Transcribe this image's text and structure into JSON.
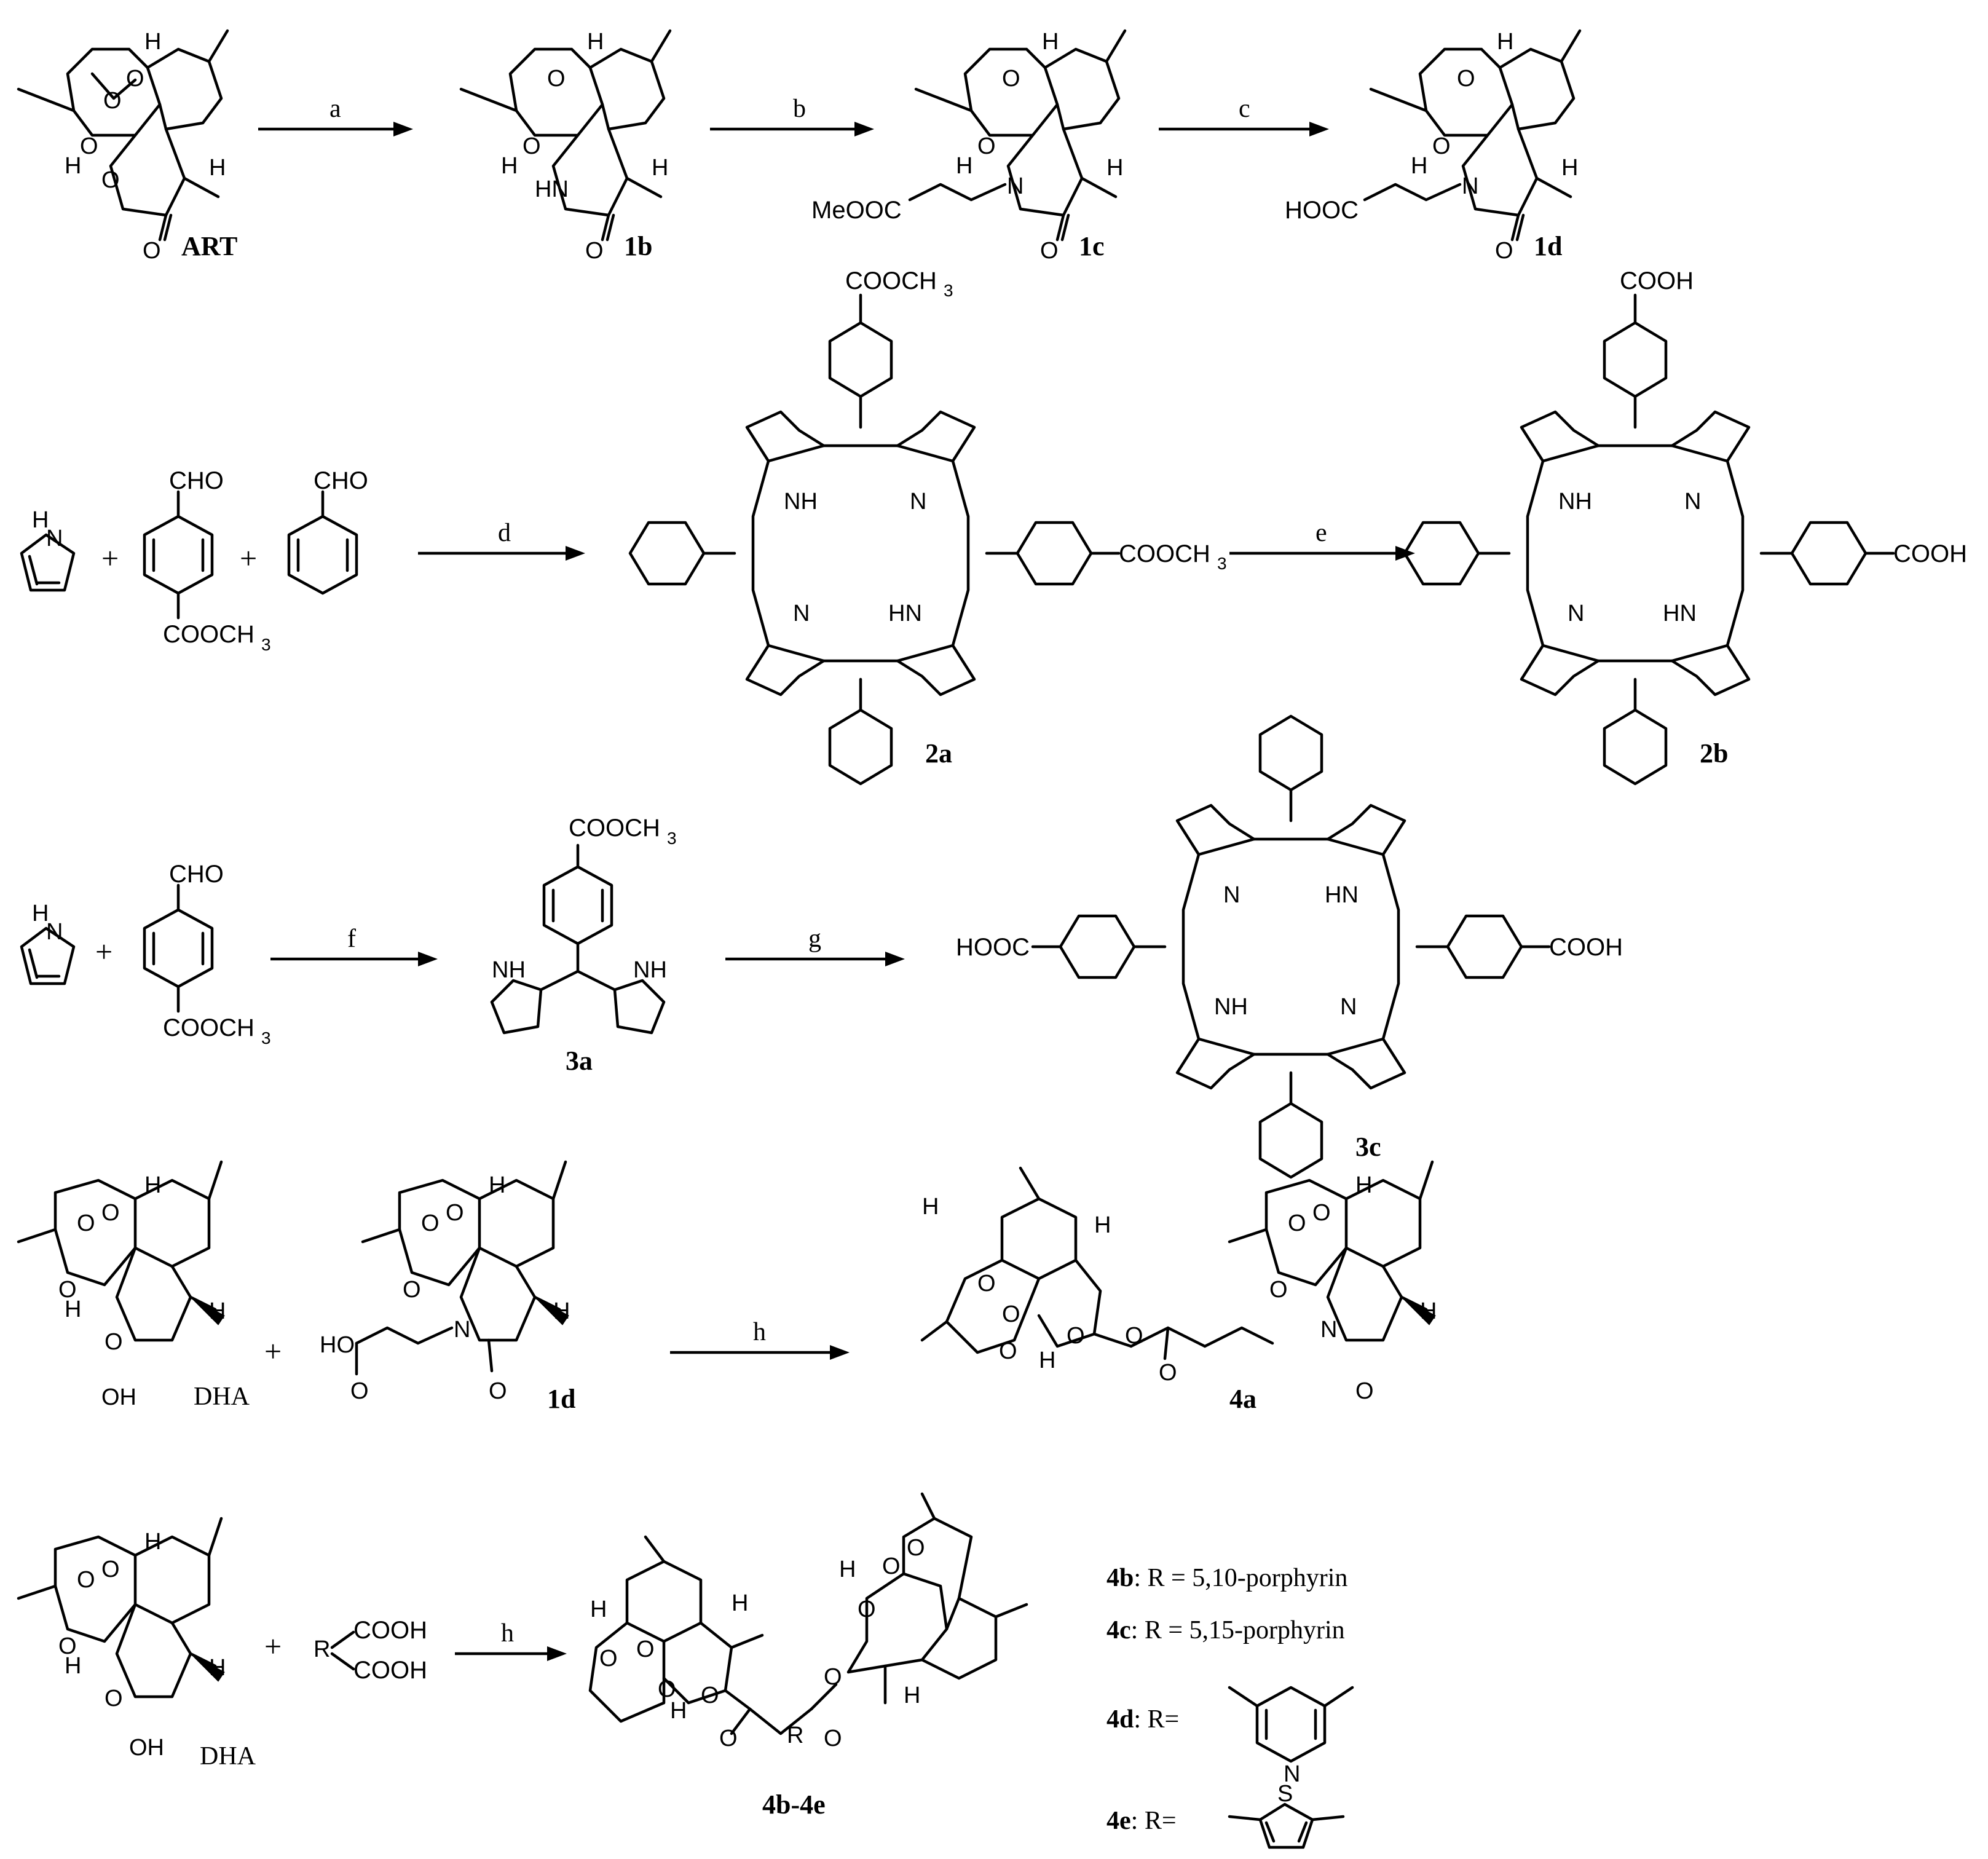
{
  "compounds": {
    "art": "ART",
    "c1b": "1b",
    "c1c": "1c",
    "c1d": "1d",
    "c1d_b": "1d",
    "c2a": "2a",
    "c2b": "2b",
    "c3a": "3a",
    "c3c": "3c",
    "c4a": "4a",
    "c4be": "4b-4e",
    "dha1": "DHA",
    "dha2": "DHA"
  },
  "conditions": [
    "a",
    "b",
    "c",
    "d",
    "e",
    "f",
    "g",
    "h",
    "h"
  ],
  "atoms": {
    "O": "O",
    "N": "N",
    "S": "S",
    "H": "H",
    "NH": "NH",
    "HN": "HN",
    "OH": "OH",
    "HO": "HO",
    "R": "R"
  },
  "groups": {
    "meooc": "MeOOC",
    "hooc": "HOOC",
    "cooch": "COOCH",
    "three": "3",
    "cho": "CHO",
    "cooh": "COOH"
  },
  "plus": "+",
  "legend": {
    "b_label": "4b",
    "b_text": ": R = 5,10-porphyrin",
    "c_label": "4c",
    "c_text": ": R = 5,15-porphyrin",
    "d_label": "4d",
    "d_text": ": R=",
    "e_label": "4e",
    "e_text": ": R="
  }
}
